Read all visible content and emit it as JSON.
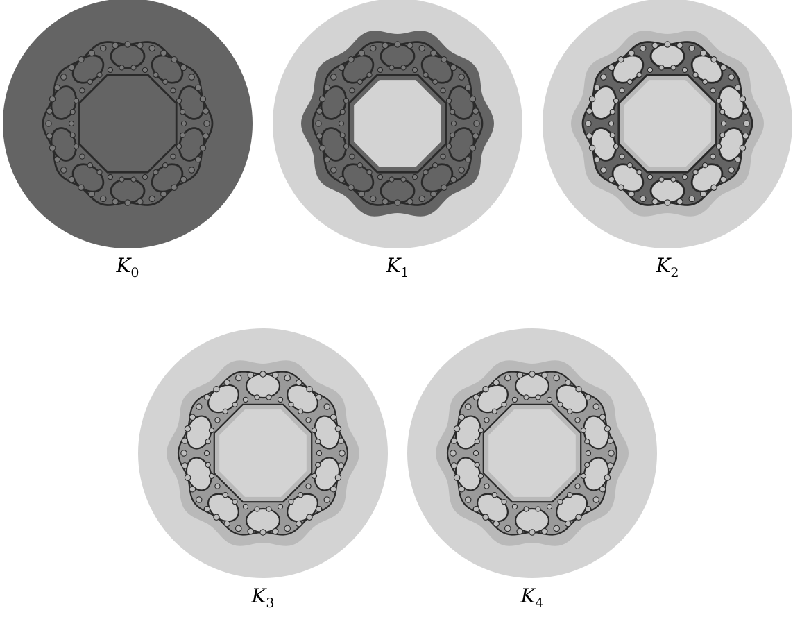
{
  "figure": {
    "colors": {
      "background": "#ffffff",
      "light_disk": "#d3d3d3",
      "dark_fill": "#646464",
      "mid_fill": "#b9b9b9",
      "ring_line": "#2a2a2a",
      "hole_fill": "#cfcfcf"
    },
    "panels": [
      {
        "id": "K0",
        "base": "K",
        "sub": "0",
        "stage": 0
      },
      {
        "id": "K1",
        "base": "K",
        "sub": "1",
        "stage": 1
      },
      {
        "id": "K2",
        "base": "K",
        "sub": "2",
        "stage": 2
      },
      {
        "id": "K3",
        "base": "K",
        "sub": "3",
        "stage": 3
      },
      {
        "id": "K4",
        "base": "K",
        "sub": "4",
        "stage": 4
      }
    ]
  }
}
